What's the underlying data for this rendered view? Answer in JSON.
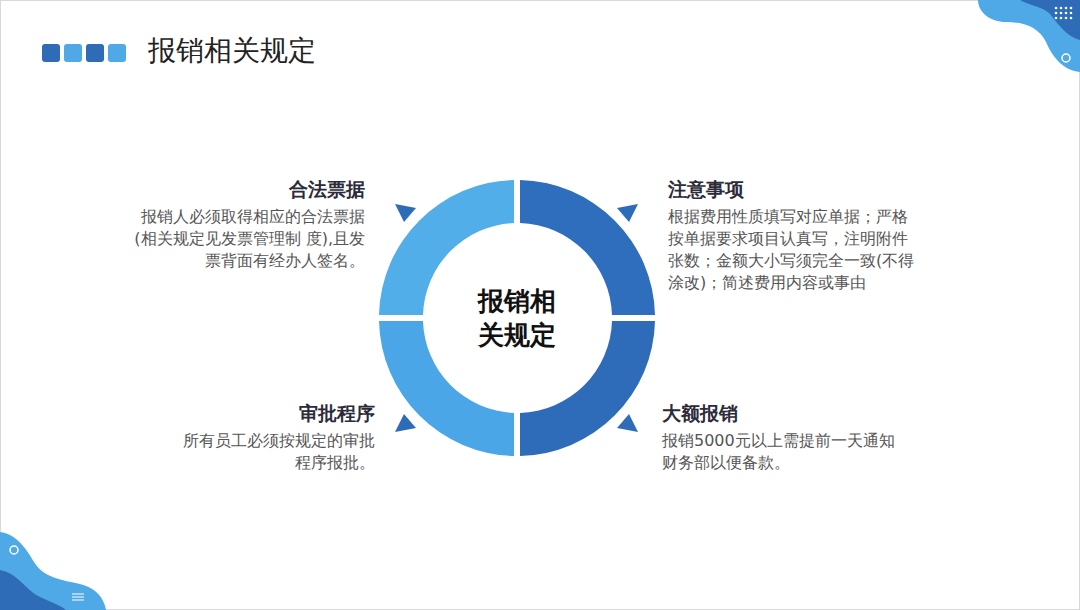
{
  "diagram": {
    "title": "报销相关规定",
    "nodes": [
      {
        "text": [
          "合法票据",
          "报销人必须取得相应的合法票据 (相关规定见发票管理制 度),且发 票背面有经办人签名。"
        ]
      },
      {
        "text": [
          "注意事项",
          "根据费用性质填写对应单据；严格 按单据要求项目认真写，注明附件 张数；金额大小写须完全一致(不得 涂改)；简述费用内容或事由"
        ]
      },
      {
        "text": [
          "报销相 关规定"
        ]
      },
      {
        "text": [
          "审批程序",
          "所有员工必须按规定的审批 程序报批。"
        ]
      },
      {
        "text": [
          "大额报销",
          "报销5000元以上需提前一天通知 财务部以便备款。"
        ]
      }
    ]
  }
}
